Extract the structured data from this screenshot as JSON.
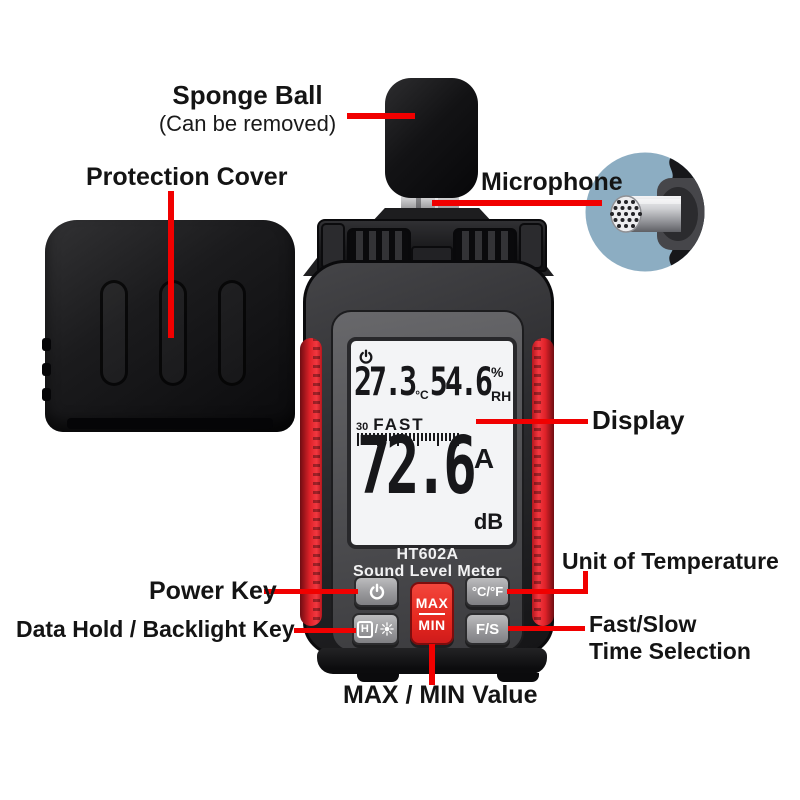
{
  "annotations": {
    "sponge_ball": {
      "title": "Sponge Ball",
      "note": "(Can be removed)"
    },
    "protection_cover": "Protection Cover",
    "microphone": "Microphone",
    "display": "Display",
    "power_key": "Power Key",
    "data_hold_backlight_key": "Data Hold / Backlight Key",
    "unit_of_temperature": "Unit of Temperature",
    "fast_slow_line1": "Fast/Slow",
    "fast_slow_line2": "Time Selection",
    "max_min_value": "MAX / MIN Value"
  },
  "device": {
    "model": "HT602A",
    "product_name": "Sound Level Meter",
    "lcd": {
      "temperature": "27.3",
      "temperature_unit": "°C",
      "humidity": "54.6",
      "humidity_unit_top": "%",
      "humidity_unit_bottom": "RH",
      "scale_start": "30",
      "time_weighting": "FAST",
      "bargraph": {
        "groups": 5,
        "short_per_group": 4
      },
      "spl_value": "72.6",
      "frequency_weighting": "A",
      "spl_unit": "dB"
    },
    "buttons": {
      "temp_unit": "°C/°F",
      "fast_slow": "F/S",
      "max": "MAX",
      "min": "MIN",
      "hold": "H",
      "hold_separator": "/"
    }
  },
  "colors": {
    "leader_line": "#f10000",
    "grip_red": "#e02229",
    "max_min_button": "#e6281f",
    "inset_background": "#8cadc2"
  }
}
